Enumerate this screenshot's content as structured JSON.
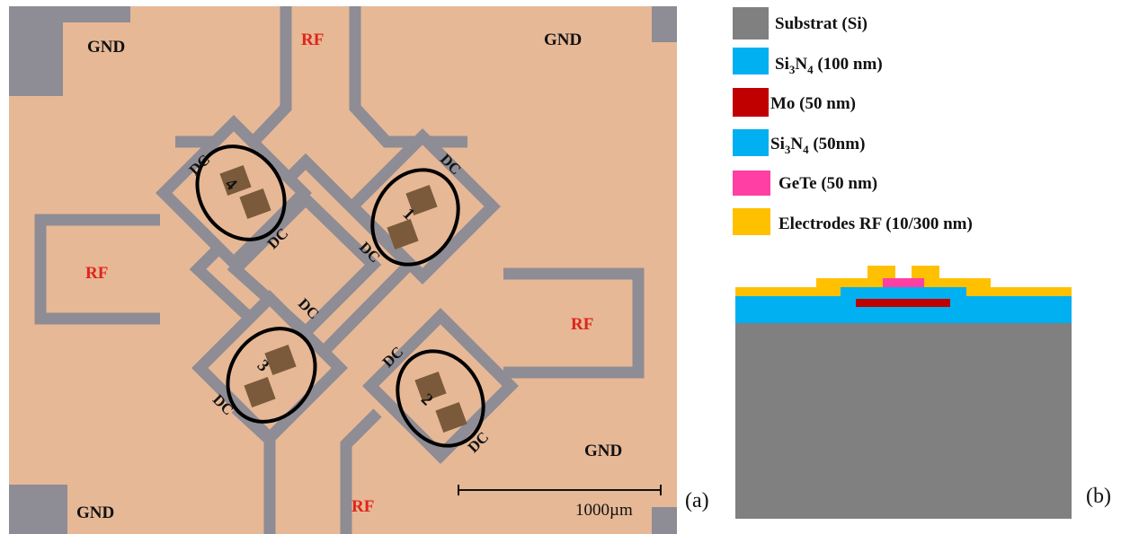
{
  "photo": {
    "pad_labels": {
      "gnd_top_left": "GND",
      "gnd_top_right": "GND",
      "gnd_bottom_left": "GND",
      "gnd_bottom_right": "GND",
      "rf_top": "RF",
      "rf_left": "RF",
      "rf_right": "RF",
      "rf_bottom": "RF"
    },
    "dc_label": "DC",
    "switch_numbers": [
      "1",
      "2",
      "3",
      "4"
    ],
    "scale_bar": "1000µm",
    "panel_tag": "(a)"
  },
  "legend": {
    "items": [
      {
        "label": "Substrat (Si)",
        "color": "#808080"
      },
      {
        "label": "Si3N4 (100 nm)",
        "base": "Si",
        "sub1": "3",
        "mid": "N",
        "sub2": "4",
        "rest": " (100 nm)",
        "color": "#00b0f0"
      },
      {
        "label": "Mo (50 nm)",
        "color": "#c00000"
      },
      {
        "label": "Si3N4 (50nm)",
        "base": "Si",
        "sub1": "3",
        "mid": "N",
        "sub2": "4",
        "rest": " (50nm)",
        "color": "#00b0f0"
      },
      {
        "label": "GeTe (50 nm)",
        "color": "#ff3fa4"
      },
      {
        "label": "Electrodes RF (10/300 nm)",
        "color": "#ffc000"
      }
    ]
  },
  "cross_section": {
    "panel_tag": "(b)"
  }
}
